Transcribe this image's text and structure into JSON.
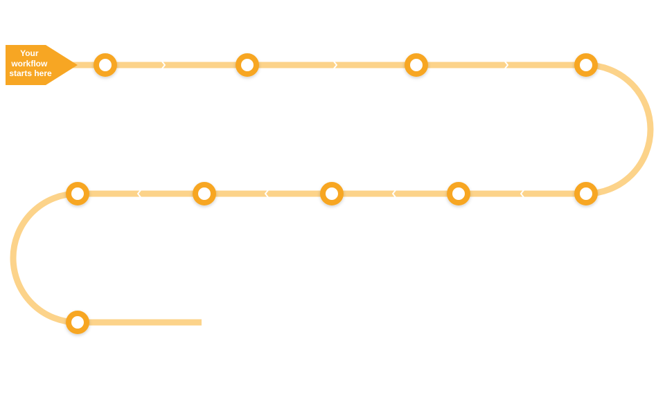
{
  "start_tag": {
    "lines": [
      "Your",
      "workflow",
      "starts here"
    ]
  },
  "colors": {
    "track": "#FCD38A",
    "node": "#F7A623",
    "node_center": "#FFFFFF",
    "tag": "#F7A623",
    "tag_text": "#FFFFFF",
    "chevron": "#FFFFFF"
  },
  "stages": [
    {
      "row": 1,
      "nodes": 4
    },
    {
      "row": 2,
      "nodes": 5
    },
    {
      "row": 3,
      "nodes": 1
    }
  ]
}
